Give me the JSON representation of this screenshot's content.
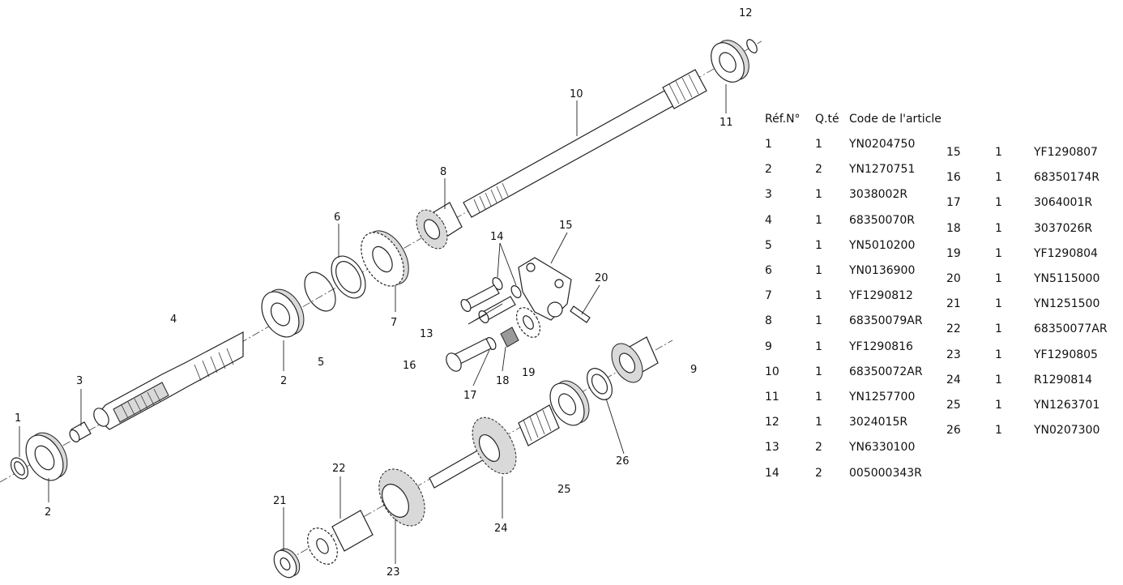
{
  "table": {
    "headers": [
      "Réf.N°",
      "Q.té",
      "Code de l'article"
    ],
    "left_rows": [
      {
        "ref": "1",
        "qty": "1",
        "code": "YN0204750"
      },
      {
        "ref": "2",
        "qty": "2",
        "code": "YN1270751"
      },
      {
        "ref": "3",
        "qty": "1",
        "code": "3038002R"
      },
      {
        "ref": "4",
        "qty": "1",
        "code": "68350070R"
      },
      {
        "ref": "5",
        "qty": "1",
        "code": "YN5010200"
      },
      {
        "ref": "6",
        "qty": "1",
        "code": "YN0136900"
      },
      {
        "ref": "7",
        "qty": "1",
        "code": "YF1290812"
      },
      {
        "ref": "8",
        "qty": "1",
        "code": "68350079AR"
      },
      {
        "ref": "9",
        "qty": "1",
        "code": "YF1290816"
      },
      {
        "ref": "10",
        "qty": "1",
        "code": "68350072AR"
      },
      {
        "ref": "11",
        "qty": "1",
        "code": "YN1257700"
      },
      {
        "ref": "12",
        "qty": "1",
        "code": "3024015R"
      },
      {
        "ref": "13",
        "qty": "2",
        "code": "YN6330100"
      },
      {
        "ref": "14",
        "qty": "2",
        "code": "005000343R"
      }
    ],
    "right_rows": [
      {
        "ref": "15",
        "qty": "1",
        "code": "YF1290807"
      },
      {
        "ref": "16",
        "qty": "1",
        "code": "68350174R"
      },
      {
        "ref": "17",
        "qty": "1",
        "code": "3064001R"
      },
      {
        "ref": "18",
        "qty": "1",
        "code": "3037026R"
      },
      {
        "ref": "19",
        "qty": "1",
        "code": "YF1290804"
      },
      {
        "ref": "20",
        "qty": "1",
        "code": "YN5115000"
      },
      {
        "ref": "21",
        "qty": "1",
        "code": "YN1251500"
      },
      {
        "ref": "22",
        "qty": "1",
        "code": "68350077AR"
      },
      {
        "ref": "23",
        "qty": "1",
        "code": "YF1290805"
      },
      {
        "ref": "24",
        "qty": "1",
        "code": "R1290814"
      },
      {
        "ref": "25",
        "qty": "1",
        "code": "YN1263701"
      },
      {
        "ref": "26",
        "qty": "1",
        "code": "YN0207300"
      }
    ]
  },
  "callouts": {
    "n1": "1",
    "n2a": "2",
    "n2b": "2",
    "n3": "3",
    "n4": "4",
    "n5": "5",
    "n6": "6",
    "n7": "7",
    "n8": "8",
    "n9": "9",
    "n10": "10",
    "n11": "11",
    "n12": "12",
    "n13": "13",
    "n14": "14",
    "n15": "15",
    "n16": "16",
    "n17": "17",
    "n18": "18",
    "n19": "19",
    "n20": "20",
    "n21": "21",
    "n22": "22",
    "n23": "23",
    "n24": "24",
    "n25": "25",
    "n26": "26"
  }
}
